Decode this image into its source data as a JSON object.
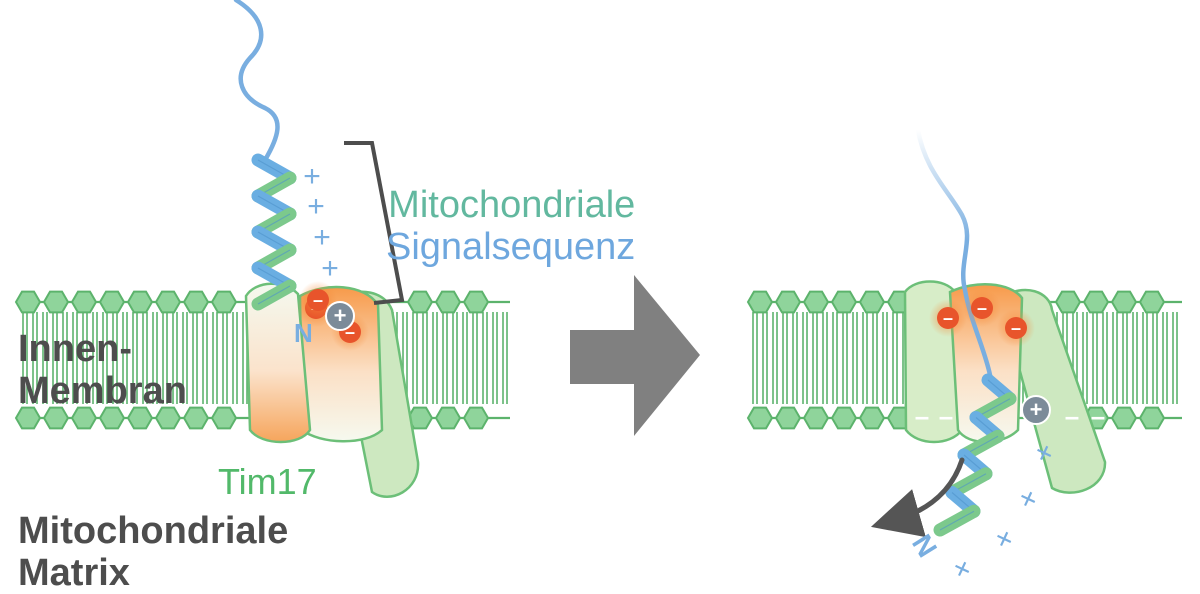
{
  "labels": {
    "inner_membrane": [
      "Innen-",
      "Membran"
    ],
    "matrix": [
      "Mitochondriale",
      "Matrix"
    ],
    "tim17": "Tim17",
    "signal_sequence": [
      "Mitochondriale",
      "Signalsequenz"
    ],
    "n_terminus_left": "N",
    "n_terminus_right": "N"
  },
  "symbols": {
    "plus": "+",
    "minus": "–"
  },
  "colors": {
    "membrane_green": "#5cb36c",
    "membrane_fill": "#8fd49b",
    "protein_green": "#cde8c0",
    "protein_orange": "#f7a35c",
    "charge_red": "#e8542b",
    "charge_gray": "#7c8b99",
    "signal_blue": "#79aee0",
    "arrow_gray": "#808080",
    "text_dark": "#4d4d4d",
    "text_green": "#52b96a"
  }
}
